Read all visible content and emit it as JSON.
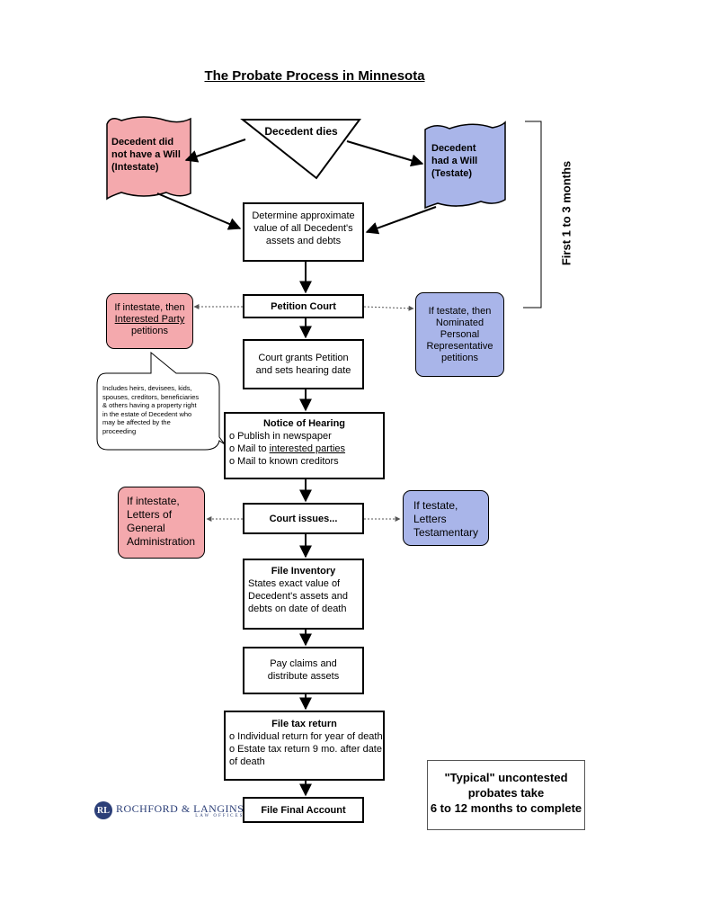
{
  "title": "The Probate Process in Minnesota",
  "start": "Decedent dies",
  "intestate_scroll": [
    "Decedent did",
    "not have a Will",
    "(Intestate)"
  ],
  "testate_scroll": [
    "Decedent",
    "had a Will",
    "(Testate)"
  ],
  "steps": {
    "determine": [
      "Determine approximate",
      "value of all Decedent's",
      "assets and debts"
    ],
    "petition": "Petition Court",
    "grants": [
      "Court grants Petition",
      "and sets hearing date"
    ],
    "notice_heading": "Notice of Hearing",
    "notice_items": [
      "o Publish in newspaper",
      "o Mail to ",
      "interested parties",
      "o Mail to known creditors"
    ],
    "issues": "Court issues...",
    "inventory_heading": "File Inventory",
    "inventory_body": [
      "States exact value of",
      "Decedent's assets and",
      "debts on date of death"
    ],
    "pay": [
      "Pay claims and",
      "distribute assets"
    ],
    "tax_heading": "File tax return",
    "tax_items": [
      "o Individual return for year of death",
      "o Estate tax return 9 mo. after date",
      "of death"
    ],
    "final": "File Final Account"
  },
  "side_notes": {
    "intestate_petition": [
      "If intestate, then",
      "Interested Party",
      "petitions"
    ],
    "testate_petition": [
      "If testate, then",
      "Nominated",
      "Personal",
      "Representative",
      "petitions"
    ],
    "callout": [
      "Includes heirs, devisees, kids,",
      "spouses, creditors, beneficiaries",
      "& others having a property right",
      "in the estate of Decedent who",
      "may be affected by the",
      "proceeding"
    ],
    "intestate_letters": [
      "If intestate,",
      "Letters of",
      "General",
      "Administration"
    ],
    "testate_letters": [
      "If testate,",
      "Letters",
      "Testamentary"
    ]
  },
  "timeline_label": "First 1 to 3 months",
  "summary": [
    "\"Typical\" uncontested",
    "probates take",
    "6 to 12 months to complete"
  ],
  "logo": {
    "mark": "RL",
    "name": "ROCHFORD & LANGINS",
    "sub": "LAW OFFICES"
  },
  "colors": {
    "pink": "#f4a9ad",
    "blue": "#a9b5e9"
  }
}
